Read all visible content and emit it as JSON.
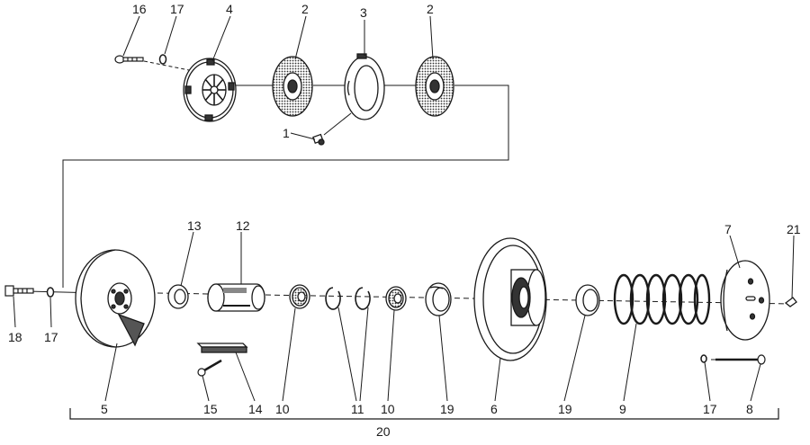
{
  "colors": {
    "ink": "#1a1a1a",
    "paper": "#ffffff",
    "shade": "#555555"
  },
  "labels": {
    "l1": "1",
    "l2a": "2",
    "l2b": "2",
    "l3": "3",
    "l4": "4",
    "l5": "5",
    "l6": "6",
    "l7": "7",
    "l8": "8",
    "l9": "9",
    "l10a": "10",
    "l10b": "10",
    "l11": "11",
    "l12": "12",
    "l13": "13",
    "l14": "14",
    "l15": "15",
    "l16": "16",
    "l17a": "17",
    "l17b": "17",
    "l17c": "17",
    "l18": "18",
    "l19a": "19",
    "l19b": "19",
    "l20": "20",
    "l21": "21"
  }
}
